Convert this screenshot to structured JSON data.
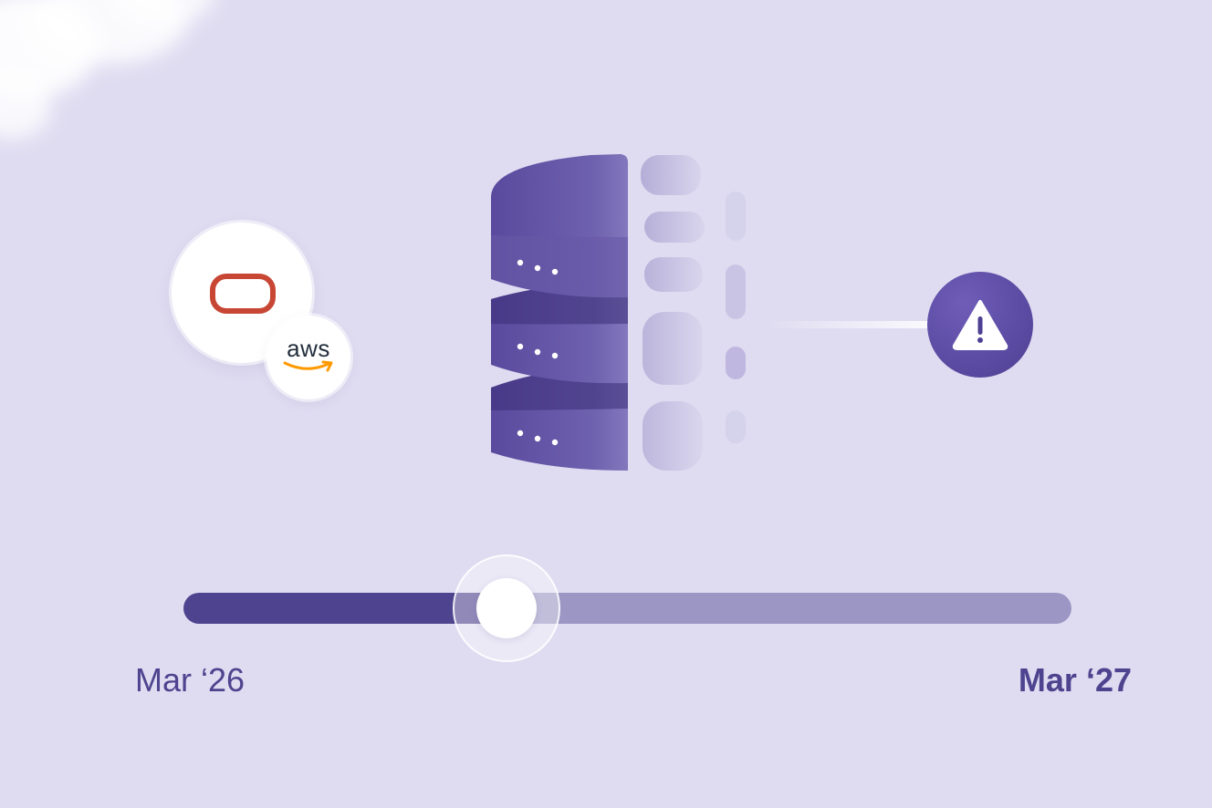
{
  "timeline": {
    "start_label": "Mar ‘26",
    "end_label": "Mar ‘27",
    "progress": 0.36
  },
  "logos": {
    "secondary_text": "aws",
    "oracle_color": "#c74634",
    "aws_text_color": "#232f3e",
    "aws_smile_color": "#ff9900"
  },
  "icons": {
    "primary_logo": "oracle-logo",
    "secondary_logo": "aws-logo",
    "database": "database-icon",
    "alert": "warning-icon",
    "slider_handle": "slider-handle"
  },
  "colors": {
    "background": "#dfdcf1",
    "accent": "#4e438f",
    "track": "#9b96c4",
    "database": "#5a4a9e",
    "alert": "#5c4ca6"
  }
}
